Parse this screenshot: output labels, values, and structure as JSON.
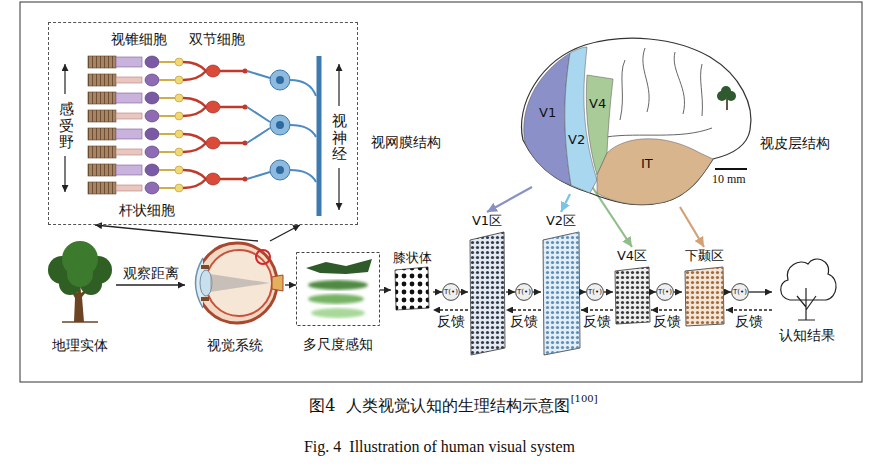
{
  "diagram": {
    "caption": "图4  人类视觉认知的生理结构示意图",
    "nodes": [
      {
        "text": [
          "视锥细胞",
          "双节细胞",
          "感受野",
          "视神经",
          "杆状细胞",
          "视网膜结构"
        ]
      },
      {
        "text": [
          "视皮层结构"
        ]
      },
      {
        "text": [
          "V1"
        ],
        "in": 1
      },
      {
        "text": [
          "V4"
        ],
        "in": 1
      },
      {
        "text": [
          "V2"
        ],
        "in": 1
      },
      {
        "text": [
          "IT"
        ],
        "in": 1
      },
      {
        "text": [
          "地理实体"
        ]
      },
      {
        "text": [
          "视觉系统"
        ]
      },
      {
        "text": [
          "多尺度感知"
        ]
      },
      {
        "text": [
          "膝状体"
        ]
      },
      {
        "text": [
          "T(•)"
        ]
      },
      {
        "text": [
          "V1区"
        ]
      },
      {
        "text": [
          "T(•)"
        ]
      },
      {
        "text": [
          "V2区"
        ]
      },
      {
        "text": [
          "T(•)"
        ]
      },
      {
        "text": [
          "V4区"
        ]
      },
      {
        "text": [
          "T(•)"
        ]
      },
      {
        "text": [
          "下颞区"
        ]
      },
      {
        "text": [
          "T(•)"
        ]
      },
      {
        "text": [
          "认知结果"
        ]
      }
    ],
    "edges": [
      {
        "from": 6,
        "to": 7,
        "arrow": "to",
        "label": "观察距离"
      },
      {
        "from": 7,
        "to": 8,
        "arrow": "to"
      },
      {
        "from": 8,
        "to": 9,
        "arrow": "to"
      },
      {
        "from": 9,
        "to": 10,
        "arrow": "to"
      },
      {
        "from": 10,
        "to": 11,
        "arrow": "to"
      },
      {
        "from": 11,
        "to": 12,
        "arrow": "to"
      },
      {
        "from": 12,
        "to": 13,
        "arrow": "to"
      },
      {
        "from": 13,
        "to": 14,
        "arrow": "to"
      },
      {
        "from": 14,
        "to": 15,
        "arrow": "to"
      },
      {
        "from": 15,
        "to": 16,
        "arrow": "to"
      },
      {
        "from": 16,
        "to": 17,
        "arrow": "to"
      },
      {
        "from": 17,
        "to": 18,
        "arrow": "to"
      },
      {
        "from": 18,
        "to": 19,
        "arrow": "to"
      },
      {
        "from": 11,
        "to": 9,
        "arrow": "to",
        "label": "反馈"
      },
      {
        "from": 13,
        "to": 11,
        "arrow": "to",
        "label": "反馈"
      },
      {
        "from": 15,
        "to": 13,
        "arrow": "to",
        "label": "反馈"
      },
      {
        "from": 17,
        "to": 15,
        "arrow": "to",
        "label": "反馈"
      },
      {
        "from": 19,
        "to": 17,
        "arrow": "to",
        "label": "反馈"
      },
      {
        "from": 2,
        "to": 11,
        "arrow": "to"
      },
      {
        "from": 3,
        "to": 15,
        "arrow": "to"
      },
      {
        "from": 4,
        "to": 13,
        "arrow": "to"
      },
      {
        "from": 5,
        "to": 17,
        "arrow": "to"
      },
      {
        "from": 7,
        "to": 0,
        "arrow": "to"
      },
      {
        "from": 7,
        "to": 0,
        "arrow": "to"
      }
    ],
    "labels": [
      "10 mm",
      "[100]",
      "Fig. 4  Illustration of human visual system"
    ]
  }
}
